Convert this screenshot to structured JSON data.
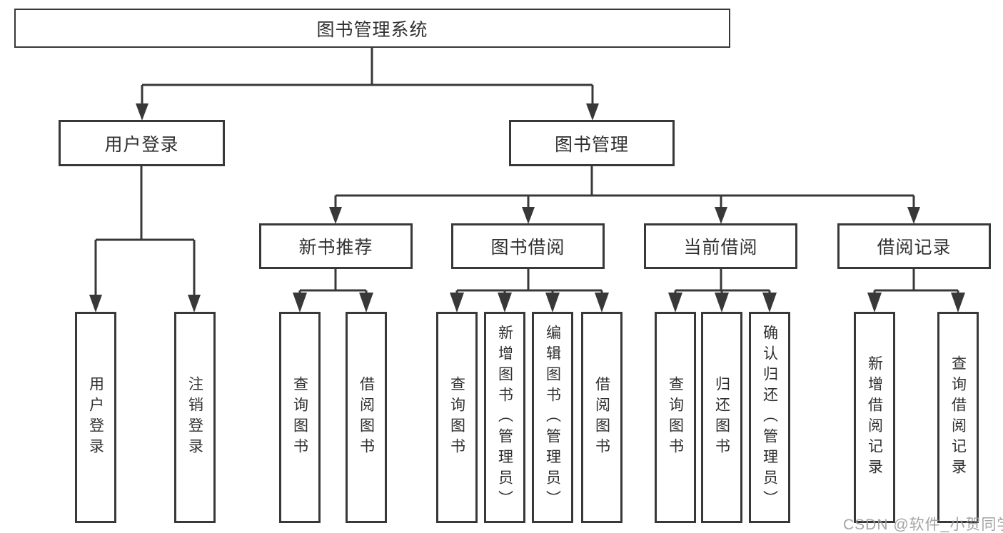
{
  "diagram": {
    "root": {
      "label": "图书管理系统"
    },
    "branches": [
      {
        "label": "用户登录",
        "children": [
          {
            "label": "用户登录"
          },
          {
            "label": "注销登录"
          }
        ]
      },
      {
        "label": "图书管理",
        "children": [
          {
            "label": "新书推荐",
            "children": [
              {
                "label": "查询图书"
              },
              {
                "label": "借阅图书"
              }
            ]
          },
          {
            "label": "图书借阅",
            "children": [
              {
                "label": "查询图书"
              },
              {
                "label": "新增图书（管理员）"
              },
              {
                "label": "编辑图书（管理员）"
              },
              {
                "label": "借阅图书"
              }
            ]
          },
          {
            "label": "当前借阅",
            "children": [
              {
                "label": "查询图书"
              },
              {
                "label": "归还图书"
              },
              {
                "label": "确认归还（管理员）"
              }
            ]
          },
          {
            "label": "借阅记录",
            "children": [
              {
                "label": "新增借阅记录"
              },
              {
                "label": "查询借阅记录"
              }
            ]
          }
        ]
      }
    ]
  },
  "watermark": {
    "text": "CSDN @软件_小贺同学"
  },
  "colors": {
    "line": "#383838",
    "box_border": "#383838",
    "text": "#303030",
    "watermark": "#9c9c9c",
    "background": "#ffffff"
  }
}
